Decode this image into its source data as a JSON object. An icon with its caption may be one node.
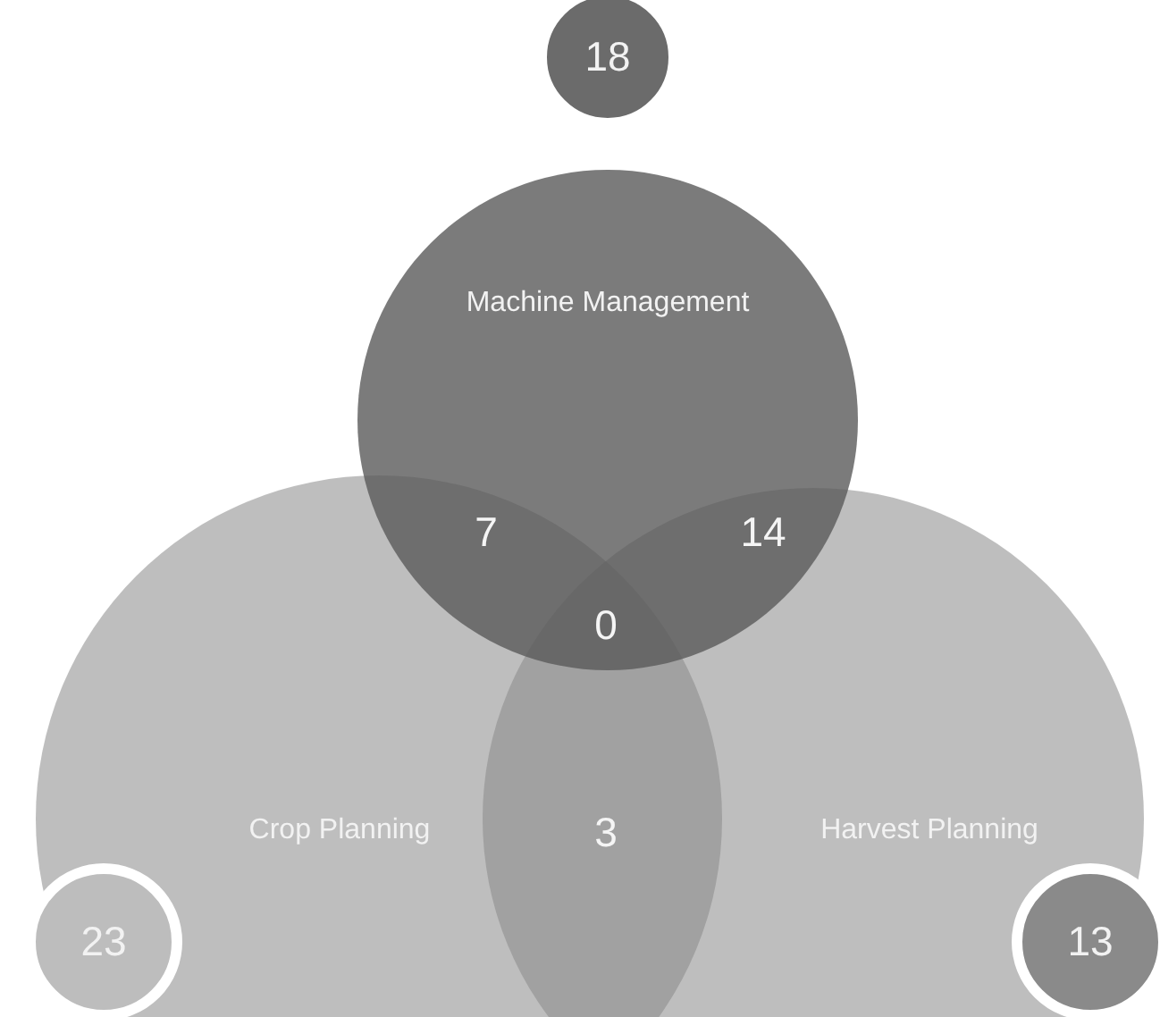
{
  "diagram": {
    "nodes": [
      {
        "text": [
          "Machine Management"
        ]
      },
      {
        "text": [
          "Crop Planning"
        ]
      },
      {
        "text": [
          "Harvest Planning"
        ]
      },
      {
        "text": [
          "18"
        ]
      },
      {
        "text": [
          "23"
        ]
      },
      {
        "text": [
          "13"
        ]
      }
    ],
    "labels": [
      "7",
      "14",
      "0",
      "3"
    ]
  }
}
